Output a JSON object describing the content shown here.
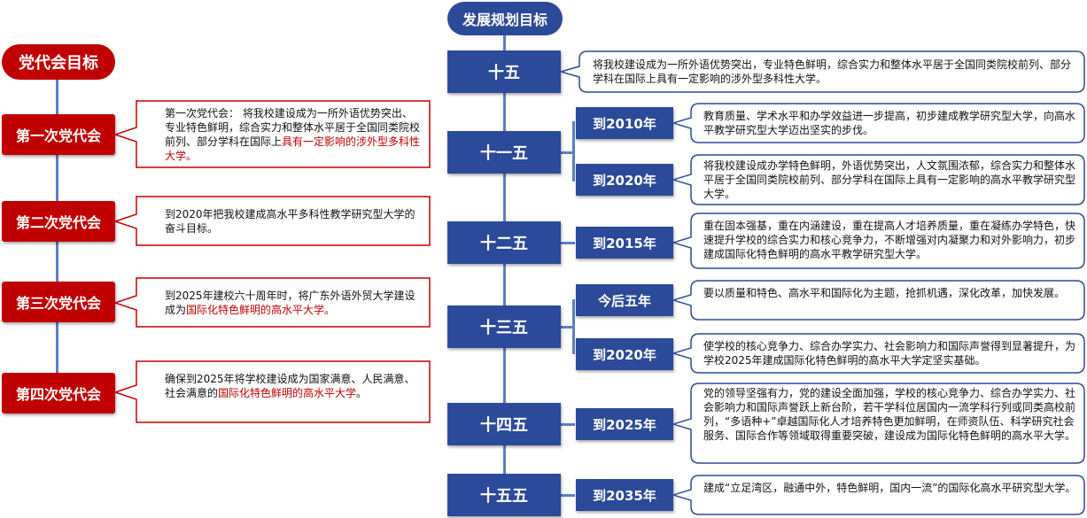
{
  "left": {
    "title": "党代会目标",
    "items": [
      {
        "label": "第一次党代会",
        "text": "第一次党代会： 将我校建设成为一所外语优势突出、专业特色鲜明，综合实力和整体水平居于全国同类院校前列、部分学科在国际上",
        "highlight": "具有一定影响的涉外型多科性大学。",
        "after": ""
      },
      {
        "label": "第二次党代会",
        "text": "到2020年把我校建成高水平多科性教学研究型大学的奋斗目标。",
        "highlight": "",
        "after": ""
      },
      {
        "label": "第三次党代会",
        "text": "到2025年建校六十周年时，将广东外语外贸大学建设成为",
        "highlight": "国际化特色鲜明的高水平大学。",
        "after": ""
      },
      {
        "label": "第四次党代会",
        "text": "确保到2025年将学校建设成为国家满意、人民满意、社会满意的",
        "highlight": "国际化特色鲜明的高水平大学",
        "after": "。"
      }
    ]
  },
  "right": {
    "title": "发展规划目标",
    "plans": [
      {
        "label": "十五",
        "subs": [
          {
            "label": "",
            "text": "将我校建设成为一所外语优势突出，专业特色鲜明，综合实力和整体水平居于全国同类院校前列、部分学科在国际上具有一定影响的涉外型多科性大学。"
          }
        ]
      },
      {
        "label": "十一五",
        "subs": [
          {
            "label": "到2010年",
            "text": "教育质量、学术水平和办学效益进一步提高，初步建成教学研究型大学，向高水平教学研究型大学迈出坚实的步伐。"
          },
          {
            "label": "到2020年",
            "text": "将我校建设成办学特色鲜明，外语优势突出，人文氛围浓郁，综合实力和整体水平居于全国同类院校前列、部分学科在国际上具有一定影响的高水平教学研究型大学。"
          }
        ]
      },
      {
        "label": "十二五",
        "subs": [
          {
            "label": "到2015年",
            "text": "重在固本强基，重在内涵建设，重在提高人才培养质量，重在凝练办学特色，快速提升学校的综合实力和核心竞争力，不断增强对内凝聚力和对外影响力，初步建成国际化特色鲜明的高水平教学研究型大学。"
          }
        ]
      },
      {
        "label": "十三五",
        "subs": [
          {
            "label": "今后五年",
            "text": "要以质量和特色、高水平和国际化为主题，抢抓机遇，深化改革，加快发展。"
          },
          {
            "label": "到2020年",
            "text": "使学校的核心竞争力、综合办学实力、社会影响力和国际声誉得到显著提升，为学校2025年建成国际化特色鲜明的高水平大学定坚实基础。"
          }
        ]
      },
      {
        "label": "十四五",
        "subs": [
          {
            "label": "到2025年",
            "text": "党的领导坚强有力，党的建设全面加强，学校的核心竞争力、综合办学实力、社会影响力和国际声誉跃上新台阶，若干学科位居国内一流学科行列或同类高校前列，“多语种+”卓越国际化人才培养特色更加鲜明，在师资队伍、科学研究社会服务、国际合作等领域取得重要突破，建设成为国际化特色鲜明的高水平大学。"
          }
        ]
      },
      {
        "label": "十五五",
        "subs": [
          {
            "label": "到2035年",
            "text": "建成“立足湾区，融通中外，特色鲜明，国内一流”的国际化高水平研究型大学。"
          }
        ]
      }
    ]
  },
  "colors": {
    "red": "#c00000",
    "blue": "#2b4a99",
    "connector": "#5b7ec9"
  }
}
